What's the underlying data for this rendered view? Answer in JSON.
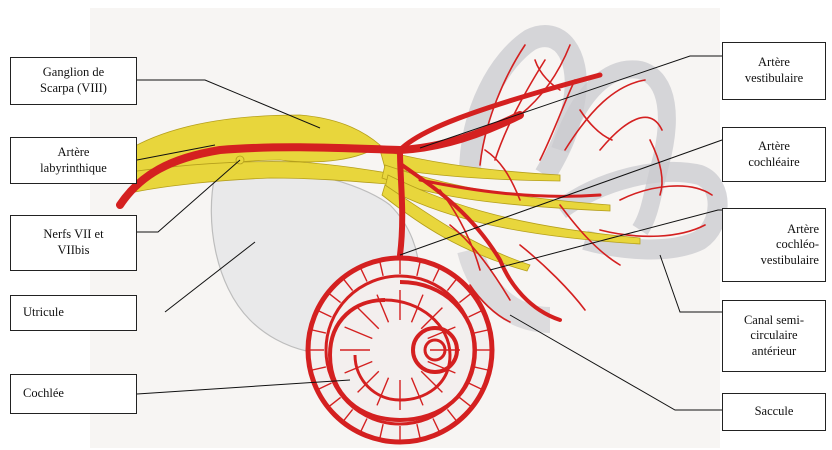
{
  "labels": {
    "ganglion": "Ganglion de\nScarpa (VIII)",
    "artere_labyrinthique": "Artère\nlabyrinthique",
    "nerfs": "Nerfs VII et\nVIIbis",
    "utricule": "Utricule",
    "cochlee": "Cochlée",
    "artere_vestibulaire": "Artère\nvestibulaire",
    "artere_cochleaire": "Artère\ncochléaire",
    "artere_cochleo_vestibulaire": "Artère\ncochléo-\nvestibulaire",
    "canal": "Canal semi-\ncirculaire\nantérieur",
    "saccule": "Saccule"
  },
  "colors": {
    "artery": "#d42020",
    "nerve": "#e6d43a",
    "tissue": "#dcdcdc",
    "canal": "#d9d9df"
  }
}
